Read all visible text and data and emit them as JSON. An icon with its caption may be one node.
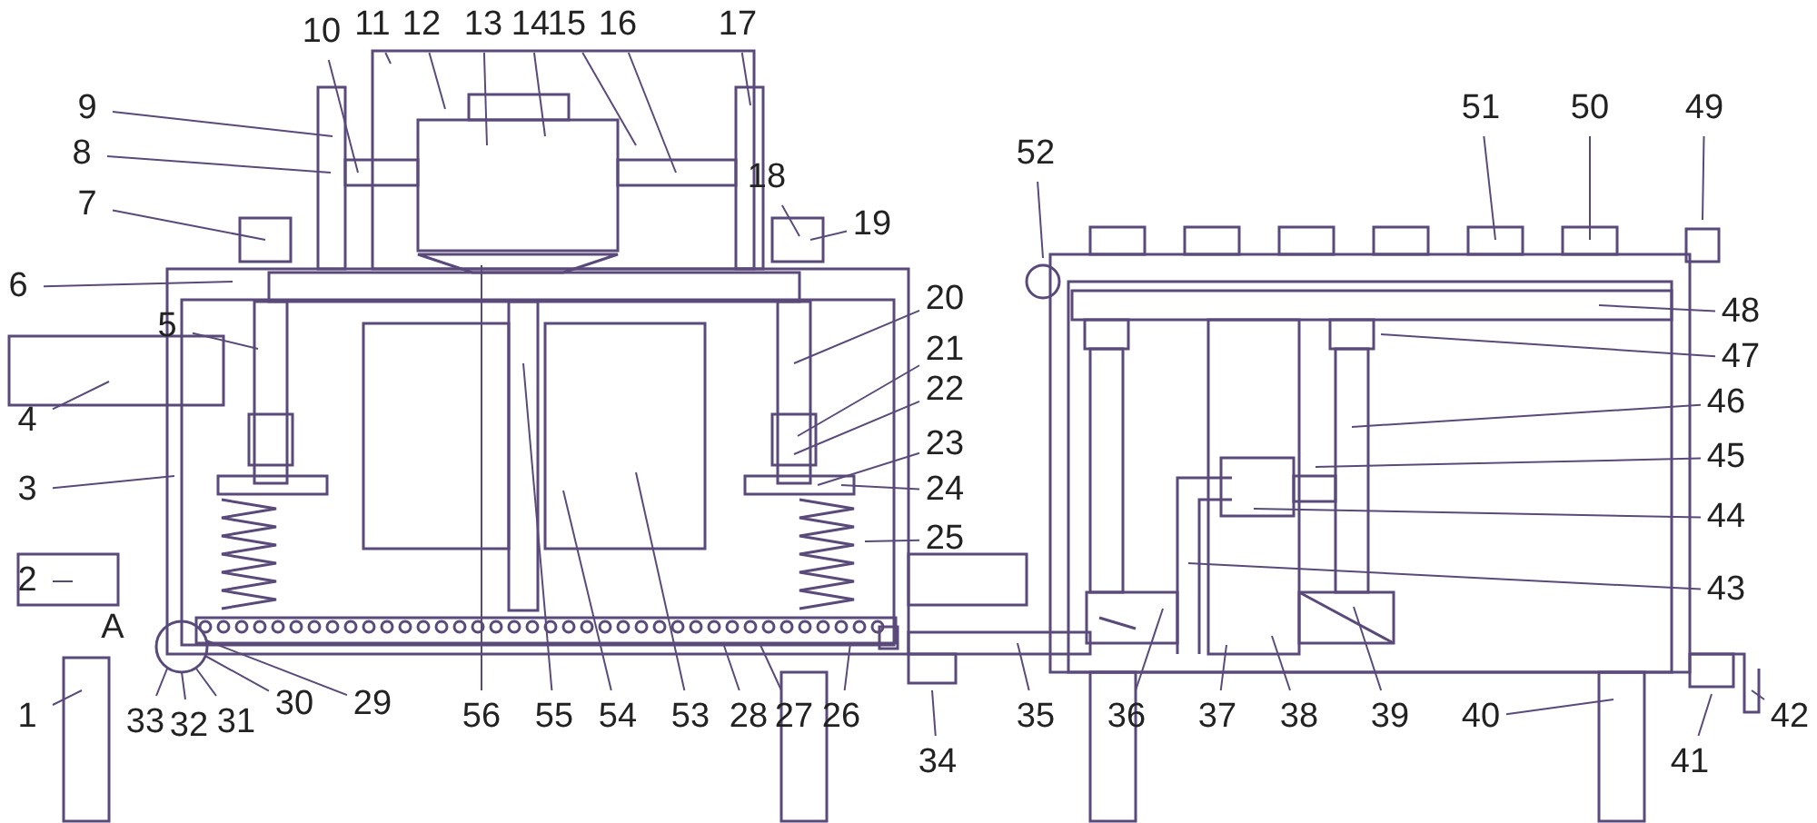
{
  "diagram": {
    "nodes": [
      {
        "text": [
          "1"
        ]
      },
      {
        "text": [
          "2"
        ]
      },
      {
        "text": [
          "3"
        ]
      },
      {
        "text": [
          "4"
        ]
      },
      {
        "text": [
          "5"
        ]
      },
      {
        "text": [
          "6"
        ]
      },
      {
        "text": [
          "7"
        ]
      },
      {
        "text": [
          "8"
        ]
      },
      {
        "text": [
          "9"
        ]
      },
      {
        "text": [
          "10"
        ]
      },
      {
        "text": [
          "11"
        ]
      },
      {
        "text": [
          "12"
        ]
      },
      {
        "text": [
          "13"
        ]
      },
      {
        "text": [
          "14"
        ]
      },
      {
        "text": [
          "15"
        ]
      },
      {
        "text": [
          "16"
        ]
      },
      {
        "text": [
          "17"
        ]
      },
      {
        "text": [
          "18"
        ]
      },
      {
        "text": [
          "19"
        ]
      },
      {
        "text": [
          "20"
        ]
      },
      {
        "text": [
          "21"
        ]
      },
      {
        "text": [
          "22"
        ]
      },
      {
        "text": [
          "23"
        ]
      },
      {
        "text": [
          "24"
        ]
      },
      {
        "text": [
          "25"
        ]
      },
      {
        "text": [
          "26"
        ]
      },
      {
        "text": [
          "27"
        ]
      },
      {
        "text": [
          "28"
        ]
      },
      {
        "text": [
          "29"
        ]
      },
      {
        "text": [
          "30"
        ]
      },
      {
        "text": [
          "31"
        ]
      },
      {
        "text": [
          "32"
        ]
      },
      {
        "text": [
          "33"
        ]
      },
      {
        "text": [
          "34"
        ]
      },
      {
        "text": [
          "35"
        ]
      },
      {
        "text": [
          "36"
        ]
      },
      {
        "text": [
          "37"
        ]
      },
      {
        "text": [
          "38"
        ]
      },
      {
        "text": [
          "39"
        ]
      },
      {
        "text": [
          "40"
        ]
      },
      {
        "text": [
          "41"
        ]
      },
      {
        "text": [
          "42"
        ]
      },
      {
        "text": [
          "43"
        ]
      },
      {
        "text": [
          "44"
        ]
      },
      {
        "text": [
          "45"
        ]
      },
      {
        "text": [
          "46"
        ]
      },
      {
        "text": [
          "47"
        ]
      },
      {
        "text": [
          "48"
        ]
      },
      {
        "text": [
          "49"
        ]
      },
      {
        "text": [
          "50"
        ]
      },
      {
        "text": [
          "51"
        ]
      },
      {
        "text": [
          "52"
        ]
      },
      {
        "text": [
          "53"
        ]
      },
      {
        "text": [
          "54"
        ]
      },
      {
        "text": [
          "55"
        ]
      },
      {
        "text": [
          "56"
        ]
      }
    ],
    "edges": [
      {
        "from": 0,
        "to": null,
        "arrow": "none"
      },
      {
        "from": 1,
        "to": null,
        "arrow": "none"
      },
      {
        "from": 2,
        "to": null,
        "arrow": "none"
      },
      {
        "from": 3,
        "to": null,
        "arrow": "none"
      },
      {
        "from": 4,
        "to": null,
        "arrow": "none"
      },
      {
        "from": 5,
        "to": null,
        "arrow": "none"
      },
      {
        "from": 6,
        "to": null,
        "arrow": "none"
      },
      {
        "from": 7,
        "to": null,
        "arrow": "none"
      },
      {
        "from": 8,
        "to": null,
        "arrow": "none"
      },
      {
        "from": 9,
        "to": null,
        "arrow": "none"
      },
      {
        "from": 10,
        "to": null,
        "arrow": "none"
      },
      {
        "from": 11,
        "to": null,
        "arrow": "none"
      },
      {
        "from": 12,
        "to": null,
        "arrow": "none"
      },
      {
        "from": 13,
        "to": null,
        "arrow": "none"
      },
      {
        "from": 14,
        "to": null,
        "arrow": "none"
      },
      {
        "from": 15,
        "to": null,
        "arrow": "none"
      },
      {
        "from": 16,
        "to": null,
        "arrow": "none"
      },
      {
        "from": 17,
        "to": null,
        "arrow": "none"
      },
      {
        "from": 18,
        "to": null,
        "arrow": "none"
      },
      {
        "from": 19,
        "to": null,
        "arrow": "none"
      },
      {
        "from": 20,
        "to": null,
        "arrow": "none"
      },
      {
        "from": 21,
        "to": null,
        "arrow": "none"
      },
      {
        "from": 22,
        "to": null,
        "arrow": "none"
      },
      {
        "from": 23,
        "to": null,
        "arrow": "none"
      },
      {
        "from": 24,
        "to": null,
        "arrow": "none"
      },
      {
        "from": 25,
        "to": null,
        "arrow": "none"
      },
      {
        "from": 26,
        "to": null,
        "arrow": "none"
      },
      {
        "from": 27,
        "to": null,
        "arrow": "none"
      },
      {
        "from": 28,
        "to": null,
        "arrow": "none"
      },
      {
        "from": 29,
        "to": null,
        "arrow": "none"
      },
      {
        "from": 30,
        "to": null,
        "arrow": "none"
      },
      {
        "from": 31,
        "to": null,
        "arrow": "none"
      },
      {
        "from": 32,
        "to": null,
        "arrow": "none"
      },
      {
        "from": 33,
        "to": null,
        "arrow": "none"
      },
      {
        "from": 34,
        "to": null,
        "arrow": "none"
      },
      {
        "from": 35,
        "to": null,
        "arrow": "none"
      },
      {
        "from": 36,
        "to": null,
        "arrow": "none"
      },
      {
        "from": 37,
        "to": null,
        "arrow": "none"
      },
      {
        "from": 38,
        "to": null,
        "arrow": "none"
      },
      {
        "from": 39,
        "to": null,
        "arrow": "none"
      },
      {
        "from": 40,
        "to": null,
        "arrow": "none"
      },
      {
        "from": 41,
        "to": null,
        "arrow": "none"
      },
      {
        "from": 42,
        "to": null,
        "arrow": "none"
      },
      {
        "from": 43,
        "to": null,
        "arrow": "none"
      },
      {
        "from": 44,
        "to": null,
        "arrow": "none"
      },
      {
        "from": 45,
        "to": null,
        "arrow": "none"
      },
      {
        "from": 46,
        "to": null,
        "arrow": "none"
      },
      {
        "from": 47,
        "to": null,
        "arrow": "none"
      },
      {
        "from": 48,
        "to": null,
        "arrow": "none"
      },
      {
        "from": 49,
        "to": null,
        "arrow": "none"
      },
      {
        "from": 50,
        "to": null,
        "arrow": "none"
      },
      {
        "from": 51,
        "to": null,
        "arrow": "none"
      },
      {
        "from": 52,
        "to": null,
        "arrow": "none"
      },
      {
        "from": 53,
        "to": null,
        "arrow": "none"
      },
      {
        "from": 54,
        "to": null,
        "arrow": "none"
      },
      {
        "from": 55,
        "to": null,
        "arrow": "none"
      }
    ],
    "labels": [
      "A"
    ]
  }
}
